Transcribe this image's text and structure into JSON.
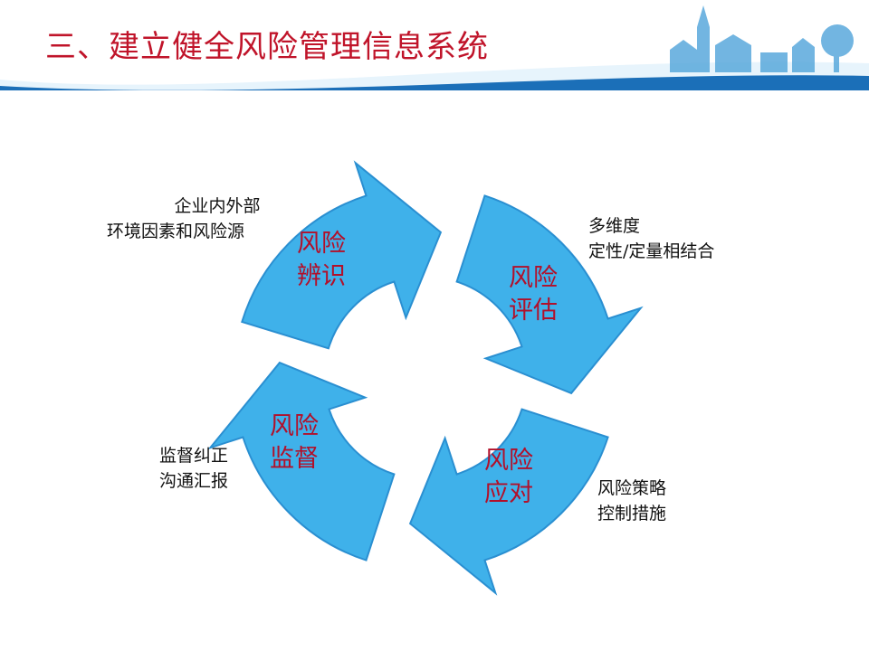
{
  "title": "三、建立健全风险管理信息系统",
  "colors": {
    "title": "#c0142a",
    "arrow_fill": "#3fb1ea",
    "arrow_stroke": "#2a8fd1",
    "stage_text": "#b2102a"
  },
  "stages": [
    {
      "name": "风险辨识",
      "line1": "风险",
      "line2": "辨识"
    },
    {
      "name": "风险评估",
      "line1": "风险",
      "line2": "评估"
    },
    {
      "name": "风险应对",
      "line1": "风险",
      "line2": "应对"
    },
    {
      "name": "风险监督",
      "line1": "风险",
      "line2": "监督"
    }
  ],
  "notes": {
    "identify": [
      "企业内外部",
      "环境因素和风险源"
    ],
    "assess": [
      "多维度",
      "定性/定量相结合"
    ],
    "respond": [
      "风险策略",
      "控制措施"
    ],
    "monitor": [
      "监督纠正",
      "沟通汇报"
    ]
  }
}
